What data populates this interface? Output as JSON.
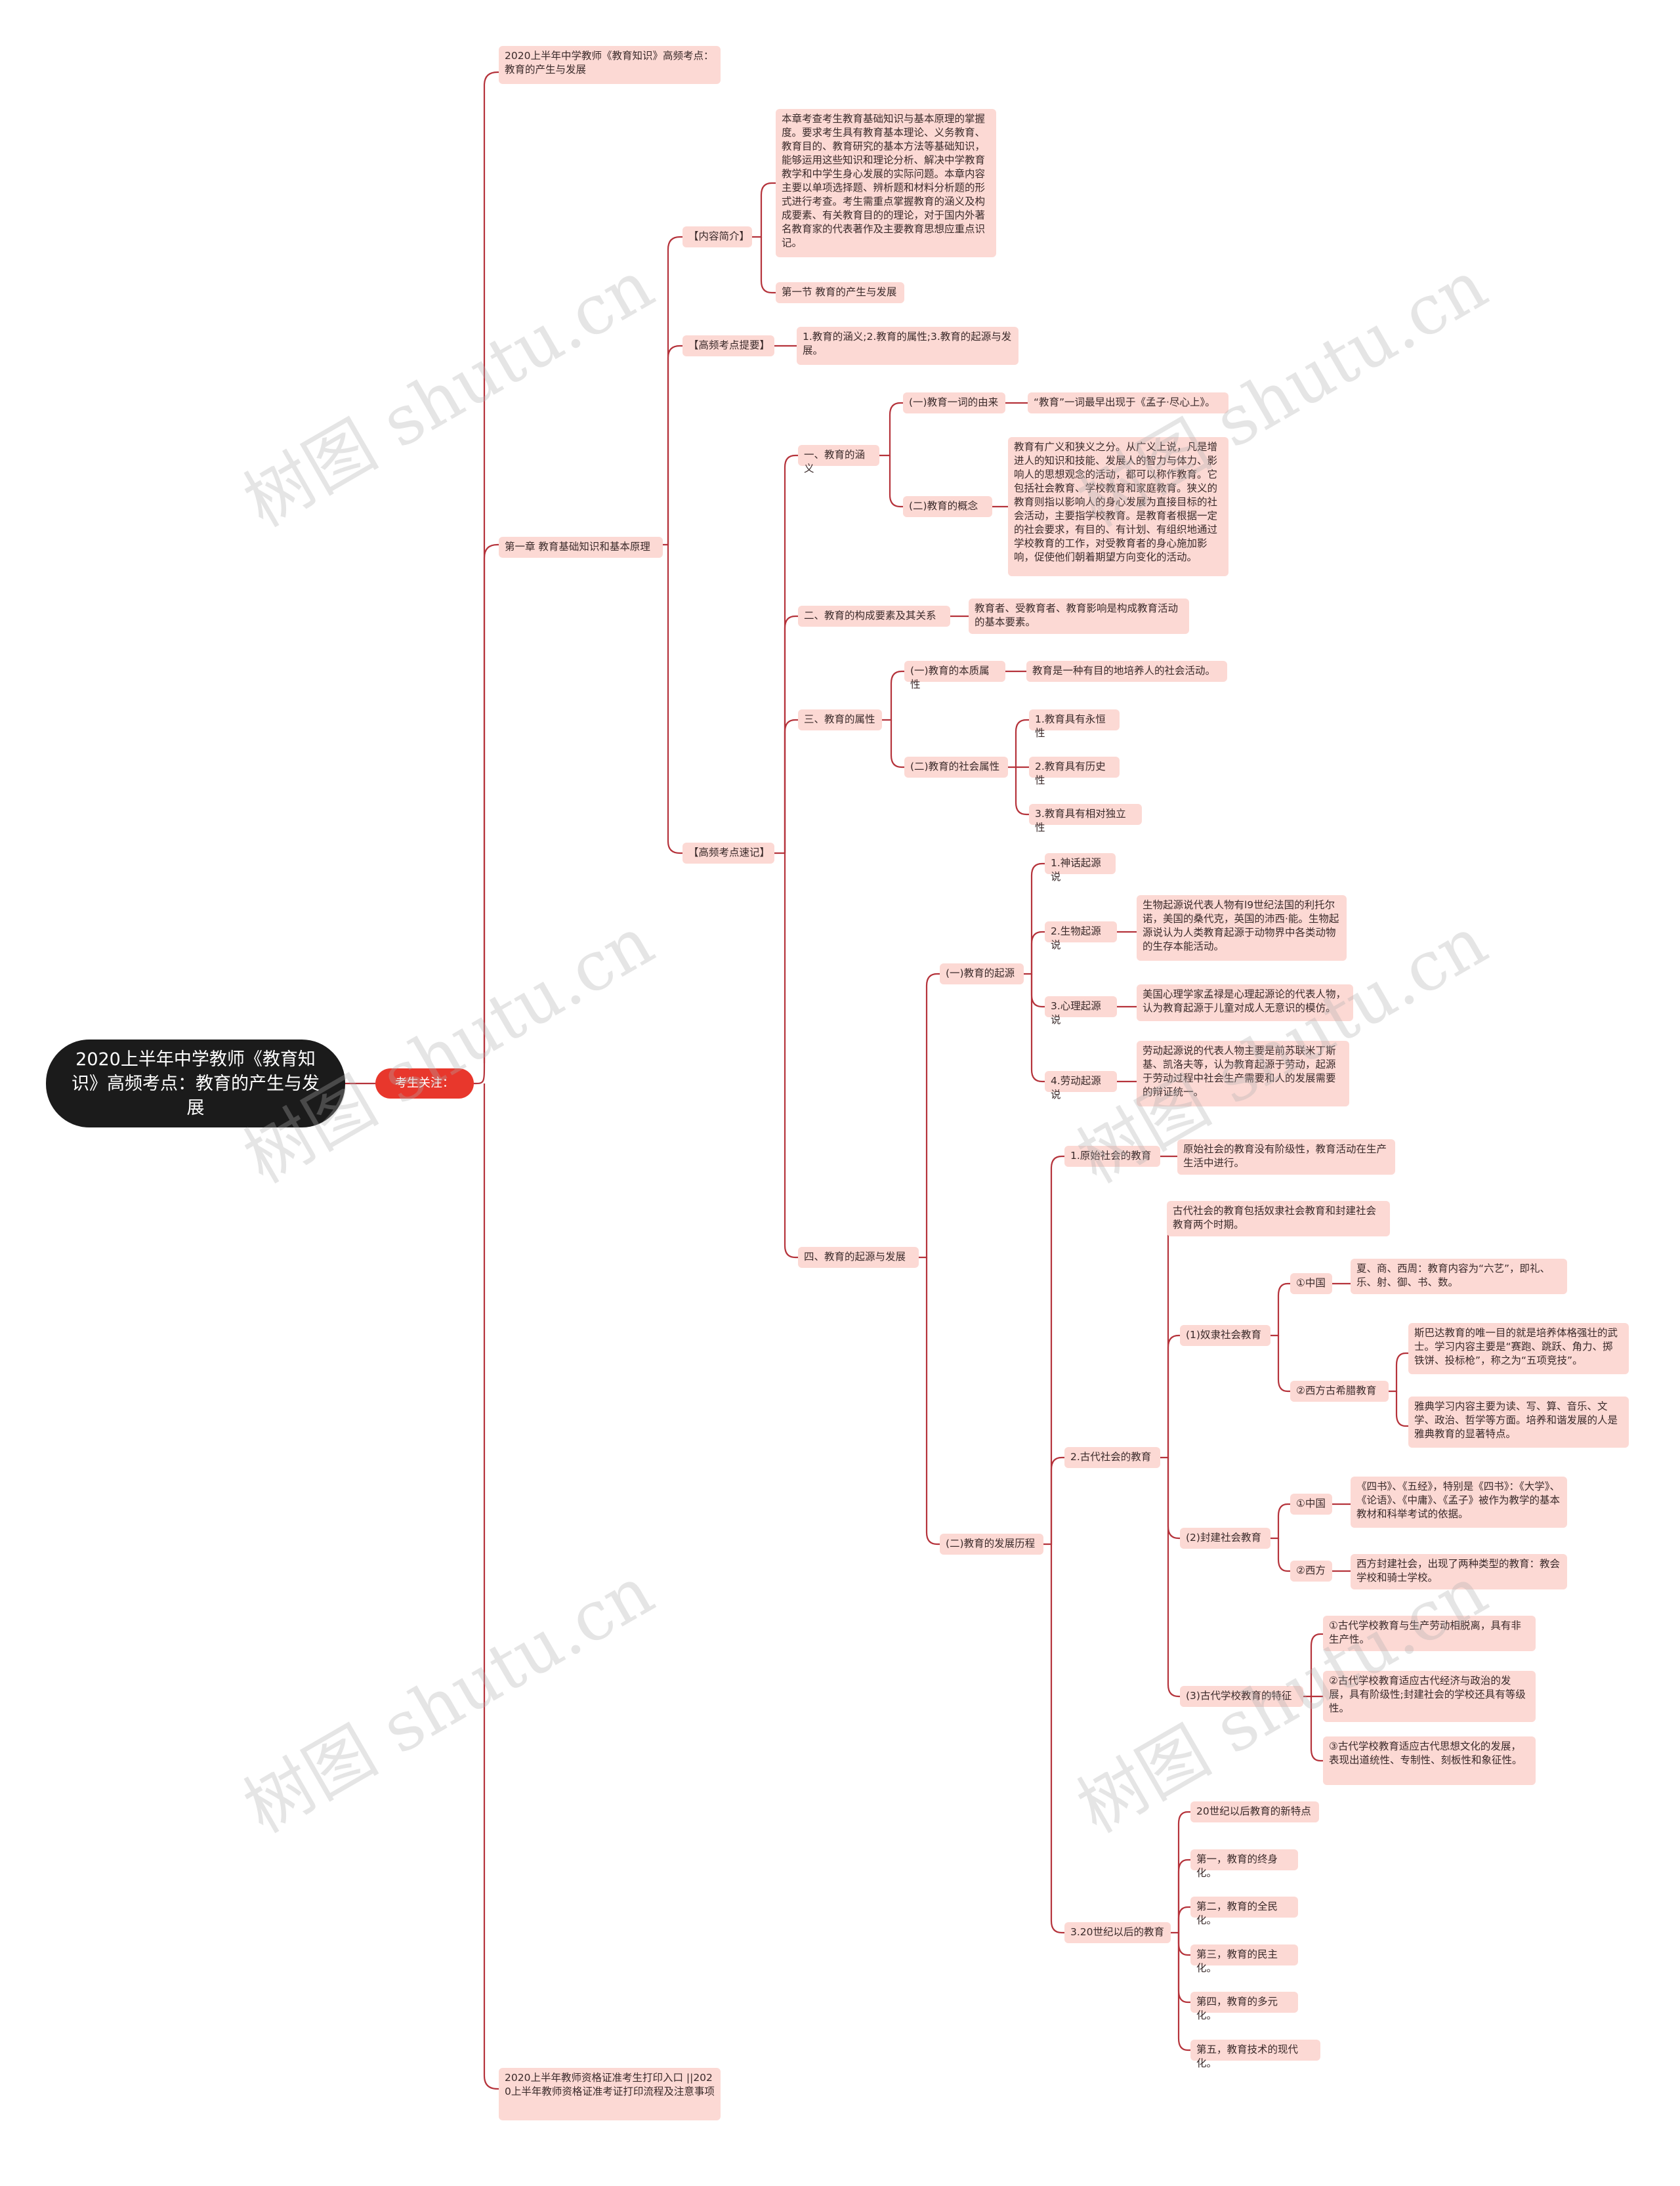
{
  "root": "2020上半年中学教师《教育知识》高频考点：教育的产生与发展",
  "l1": "考生关注：",
  "n1": "2020上半年中学教师《教育知识》高频考点：教育的产生与发展",
  "n2": "第一章 教育基础知识和基本原理",
  "n3": "2020上半年教师资格证准考生打印入口 ||2020上半年教师资格证准考证打印流程及注意事项",
  "s1": "【内容简介】",
  "s2": "【高频考点提要】",
  "s3": "【高频考点速记】",
  "d1": "本章考查考生教育基础知识与基本原理的掌握度。要求考生具有教育基本理论、义务教育、教育目的、教育研究的基本方法等基础知识，能够运用这些知识和理论分析、解决中学教育教学和中学生身心发展的实际问题。本章内容主要以单项选择题、辨析题和材料分析题的形式进行考查。考生需重点掌握教育的涵义及构成要素、有关教育目的的理论，对于国内外著名教育家的代表著作及主要教育思想应重点识记。",
  "d2": "第一节 教育的产生与发展",
  "d3": "1.教育的涵义;2.教育的属性;3.教育的起源与发展。",
  "a1": "一、教育的涵义",
  "a2": "二、教育的构成要素及其关系",
  "a3": "三、教育的属性",
  "a4": "四、教育的起源与发展",
  "b1": "(一)教育一词的由来",
  "b2": "(二)教育的概念",
  "b1t": "“教育”一词最早出现于《孟子·尽心上》。",
  "b2t": "教育有广义和狭义之分。从广义上说，凡是增进人的知识和技能、发展人的智力与体力、影响人的思想观念的活动，都可以称作教育。它包括社会教育、学校教育和家庭教育。狭义的教育则指以影响人的身心发展为直接目标的社会活动，主要指学校教育。是教育者根据一定的社会要求，有目的、有计划、有组织地通过学校教育的工作，对受教育者的身心施加影响，促使他们朝着期望方向变化的活动。",
  "c1t": "教育者、受教育者、教育影响是构成教育活动的基本要素。",
  "e1": "(一)教育的本质属性",
  "e1t": "教育是一种有目的地培养人的社会活动。",
  "e2": "(二)教育的社会属性",
  "e2a": "1.教育具有永恒性",
  "e2b": "2.教育具有历史性",
  "e2c": "3.教育具有相对独立性",
  "f1": "(一)教育的起源",
  "f2": "(二)教育的发展历程",
  "g1": "1.神话起源说",
  "g2": "2.生物起源说",
  "g2t": "生物起源说代表人物有l9世纪法国的利托尔诺，美国的桑代克，英国的沛西·能。生物起源说认为人类教育起源于动物界中各类动物的生存本能活动。",
  "g3": "3.心理起源说",
  "g3t": "美国心理学家孟禄是心理起源论的代表人物，认为教育起源于儿童对成人无意识的模仿。",
  "g4": "4.劳动起源说",
  "g4t": "劳动起源说的代表人物主要是前苏联米丁斯基、凯洛夫等，认为教育起源于劳动，起源于劳动过程中社会生产需要和人的发展需要的辩证统一。",
  "h1": "1.原始社会的教育",
  "h1t": "原始社会的教育没有阶级性，教育活动在生产生活中进行。",
  "h2": "2.古代社会的教育",
  "h2t": "古代社会的教育包括奴隶社会教育和封建社会教育两个时期。",
  "h3": "3.20世纪以后的教育",
  "i1": "(1)奴隶社会教育",
  "i2": "(2)封建社会教育",
  "i3": "(3)古代学校教育的特征",
  "j1": "①中国",
  "j1t": "夏、商、西周：教育内容为“六艺”，即礼、乐、射、御、书、数。",
  "j2": "②西方古希腊教育",
  "j2a": "斯巴达教育的唯一目的就是培养体格强壮的武士。学习内容主要是“赛跑、跳跃、角力、掷铁饼、投标枪”，称之为“五项竞技”。",
  "j2b": "雅典学习内容主要为读、写、算、音乐、文学、政治、哲学等方面。培养和谐发展的人是雅典教育的显著特点。",
  "k1": "①中国",
  "k1t": "《四书》、《五经》，特别是《四书》：《大学》、《论语》、《中庸》、《孟子》被作为教学的基本教材和科举考试的依据。",
  "k2": "②西方",
  "k2t": "西方封建社会，出现了两种类型的教育：教会学校和骑士学校。",
  "m1": "①古代学校教育与生产劳动相脱离，具有非生产性。",
  "m2": "②古代学校教育适应古代经济与政治的发展，具有阶级性;封建社会的学校还具有等级性。",
  "m3": "③古代学校教育适应古代思想文化的发展，表现出道统性、专制性、刻板性和象征性。",
  "p1": "20世纪以后教育的新特点",
  "p2": "第一，教育的终身化。",
  "p3": "第二，教育的全民化。",
  "p4": "第三，教育的民主化。",
  "p5": "第四，教育的多元化。",
  "p6": "第五，教育技术的现代化。",
  "watermark": "树图 shutu.cn"
}
